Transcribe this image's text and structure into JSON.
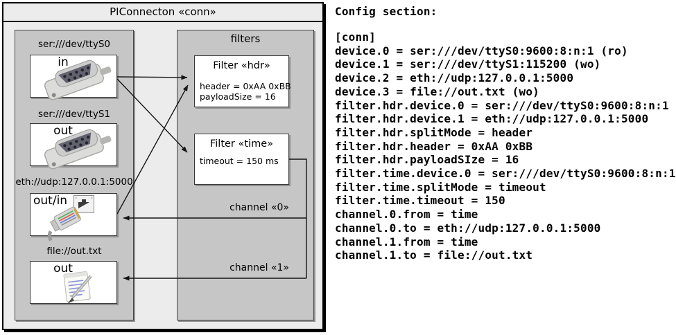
{
  "diagram": {
    "title": "PIConnecton «conn»",
    "filters_title": "filters",
    "devices": [
      {
        "url": "ser:///dev/ttyS0",
        "label": "in",
        "icon": "serial-connector-icon"
      },
      {
        "url": "ser:///dev/ttyS1",
        "label": "out",
        "icon": "serial-connector-icon"
      },
      {
        "url": "eth://udp:127.0.0.1:5000",
        "label": "out/in",
        "icon": "ethernet-connector-icon"
      },
      {
        "url": "file://out.txt",
        "label": "out",
        "icon": "notepad-icon"
      }
    ],
    "filters": [
      {
        "title": "Filter «hdr»",
        "props": [
          "header = 0xAA 0xBB",
          "payloadSize = 16"
        ]
      },
      {
        "title": "Filter «time»",
        "props": [
          "timeout = 150 ms"
        ]
      }
    ],
    "channels": [
      {
        "label": "channel «0»"
      },
      {
        "label": "channel «1»"
      }
    ]
  },
  "config": {
    "heading": "Config section:",
    "lines": [
      "[conn]",
      "device.0 = ser:///dev/ttyS0:9600:8:n:1 (ro)",
      "device.1 = ser:///dev/ttyS1:115200 (wo)",
      "device.2 = eth://udp:127.0.0.1:5000",
      "device.3 = file://out.txt (wo)",
      "filter.hdr.device.0 = ser:///dev/ttyS0:9600:8:n:1",
      "filter.hdr.device.1 = eth://udp:127.0.0.1:5000",
      "filter.hdr.splitMode = header",
      "filter.hdr.header = 0xAA 0xBB",
      "filter.hdr.payloadSIze = 16",
      "filter.time.device.0 = ser:///dev/ttyS0:9600:8:n:1",
      "filter.time.splitMode = timeout",
      "filter.time.timeout = 150",
      "channel.0.from = time",
      "channel.0.to = eth://udp:127.0.0.1:5000",
      "channel.1.from = time",
      "channel.1.to = file://out.txt"
    ]
  }
}
